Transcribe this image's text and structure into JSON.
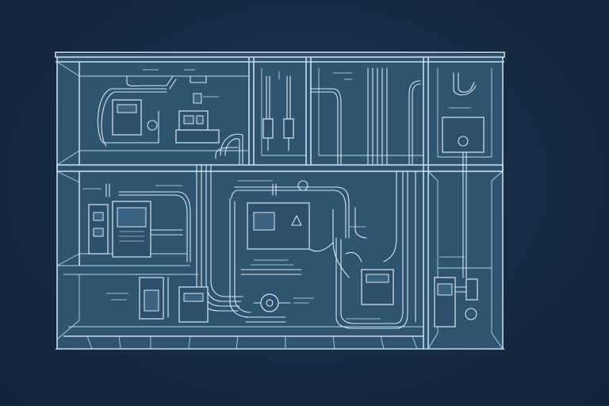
{
  "diagram": {
    "kind": "building-services-blueprint",
    "colors": {
      "background": "#162a42",
      "panel_fill": "#2f5470",
      "line": "#d6e7f3"
    },
    "regions": [
      {
        "id": "upper-left-room",
        "components": [
          "boiler-unit",
          "control-panel"
        ]
      },
      {
        "id": "upper-center-room",
        "components": [
          "valve-pair"
        ]
      },
      {
        "id": "upper-right-shaft",
        "components": [
          "riser-pipes"
        ]
      },
      {
        "id": "upper-far-right-room",
        "components": [
          "wall-unit"
        ]
      },
      {
        "id": "lower-left-room",
        "components": [
          "distribution-cabinet",
          "storage-cabinet"
        ]
      },
      {
        "id": "lower-center-room",
        "components": [
          "manifold-panel",
          "pump"
        ]
      },
      {
        "id": "lower-right-room",
        "components": [
          "tank-unit"
        ]
      },
      {
        "id": "lower-far-right-room",
        "components": [
          "meter-unit"
        ]
      }
    ]
  }
}
